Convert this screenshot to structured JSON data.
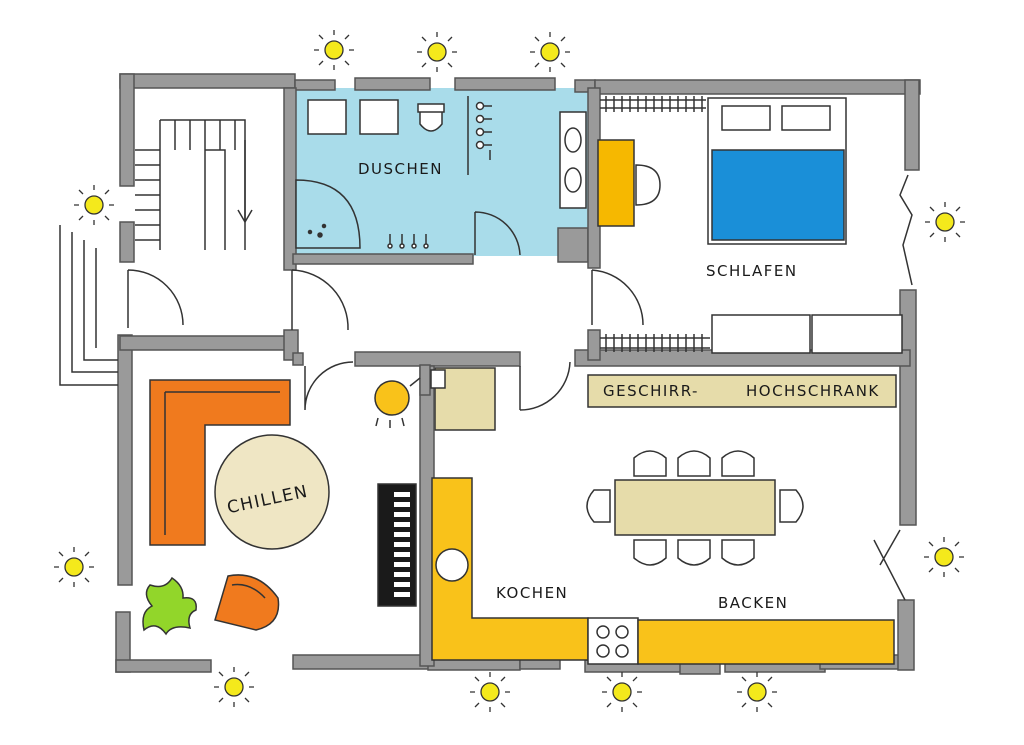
{
  "labels": {
    "duschen": "DUSCHEN",
    "schlafen": "SCHLAFEN",
    "geschirr": "GESCHIRR-",
    "hochschrank": "HOCHSCHRANK",
    "chillen": "CHILLEN",
    "kochen": "KOCHEN",
    "backen": "BACKEN"
  },
  "colors": {
    "wall": "#9a9a9a",
    "shower_room": "#a9dcea",
    "bed": "#1a8fd8",
    "desk": "#f6b800",
    "sofa": "#f07a1e",
    "rug": "#efe6c4",
    "cabinet": "#e6dcaa",
    "counter": "#f9c21a",
    "plant": "#92d62a",
    "light": "#f4e91c"
  },
  "icons": [
    "light-icon",
    "stove-icon",
    "piano-icon",
    "plant-icon",
    "bed-icon",
    "toilet-icon",
    "sink-icon"
  ]
}
